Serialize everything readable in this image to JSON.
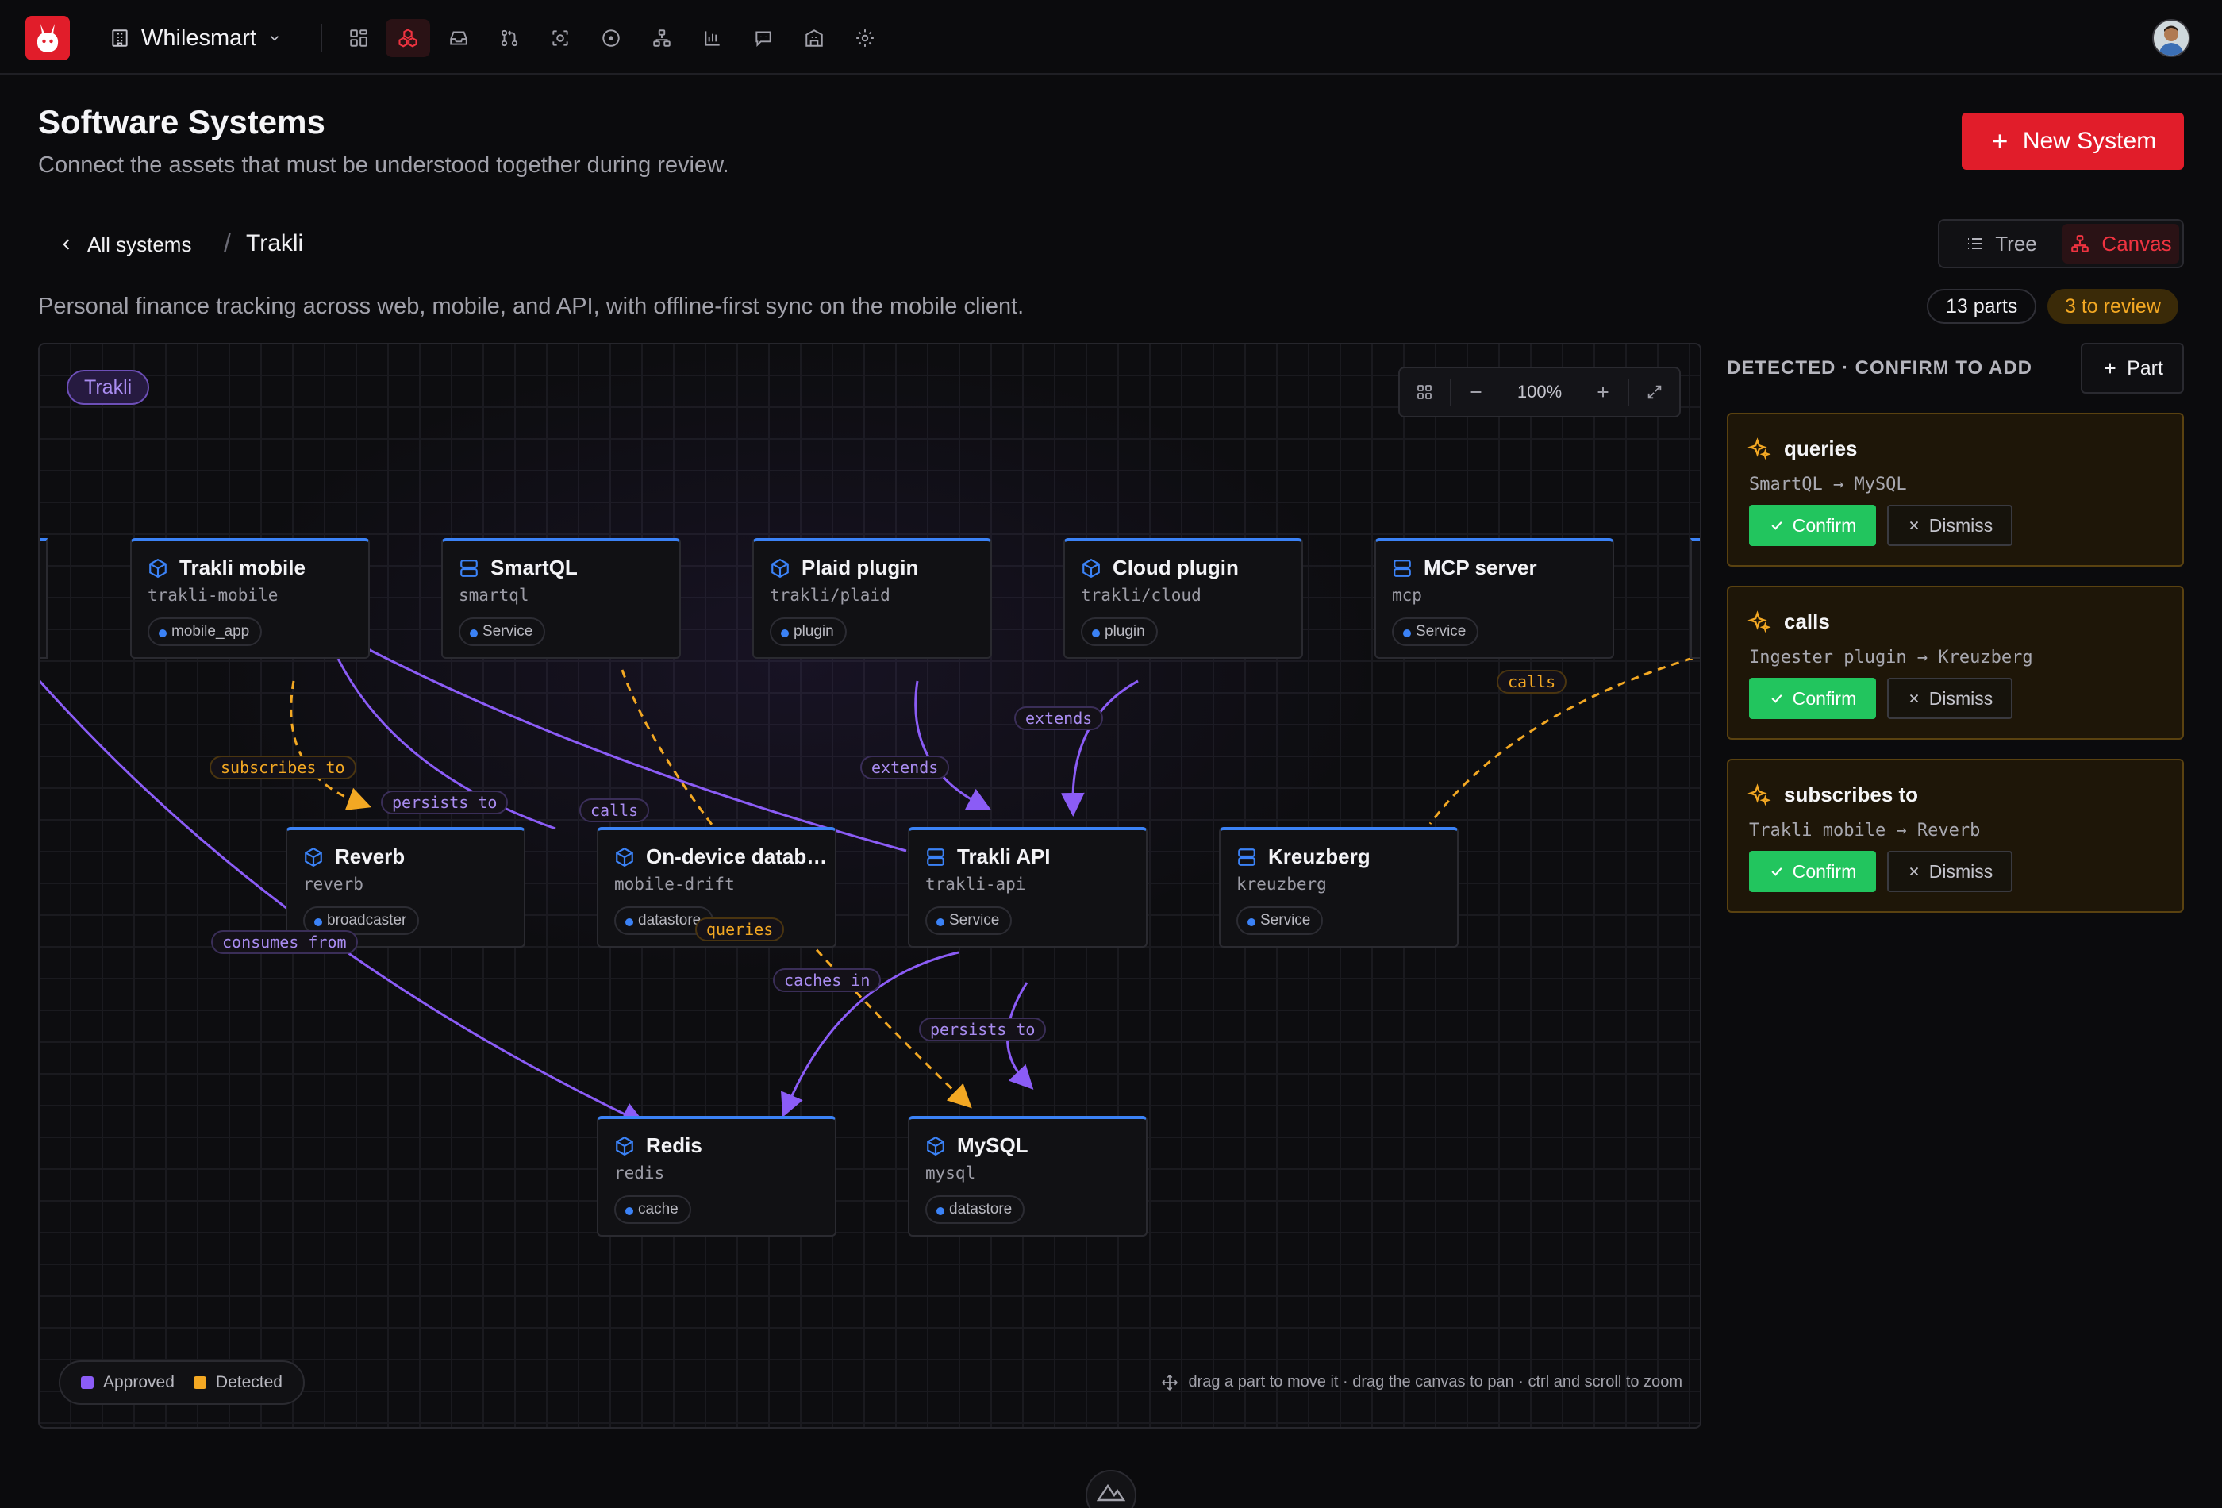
{
  "workspace": {
    "name": "Whilesmart"
  },
  "header": {
    "title": "Software Systems",
    "subtitle": "Connect the assets that must be understood together during review.",
    "new_button": "New System"
  },
  "breadcrumb": {
    "back_label": "All systems",
    "separator": "/",
    "current": "Trakli"
  },
  "view_toggle": {
    "tree": "Tree",
    "canvas": "Canvas",
    "selected": "Canvas"
  },
  "system": {
    "description": "Personal finance tracking across web, mobile, and API, with offline-first sync on the mobile client.",
    "parts_count": "13 parts",
    "review_count": "3 to review"
  },
  "canvas": {
    "group_label": "Trakli",
    "zoom": "100%",
    "nodes": [
      {
        "title": "Trakli mobile",
        "slug": "trakli-mobile",
        "type": "mobile_app",
        "icon": "cube-icon"
      },
      {
        "title": "SmartQL",
        "slug": "smartql",
        "type": "Service",
        "icon": "server-icon"
      },
      {
        "title": "Plaid plugin",
        "slug": "trakli/plaid",
        "type": "plugin",
        "icon": "cube-icon"
      },
      {
        "title": "Cloud plugin",
        "slug": "trakli/cloud",
        "type": "plugin",
        "icon": "cube-icon"
      },
      {
        "title": "MCP server",
        "slug": "mcp",
        "type": "Service",
        "icon": "server-icon"
      },
      {
        "title": "Reverb",
        "slug": "reverb",
        "type": "broadcaster",
        "icon": "cube-icon"
      },
      {
        "title": "On-device datab…",
        "slug": "mobile-drift",
        "type": "datastore",
        "icon": "cube-icon"
      },
      {
        "title": "Trakli API",
        "slug": "trakli-api",
        "type": "Service",
        "icon": "server-icon"
      },
      {
        "title": "Kreuzberg",
        "slug": "kreuzberg",
        "type": "Service",
        "icon": "server-icon"
      },
      {
        "title": "Redis",
        "slug": "redis",
        "type": "cache",
        "icon": "cube-icon"
      },
      {
        "title": "MySQL",
        "slug": "mysql",
        "type": "datastore",
        "icon": "cube-icon"
      }
    ],
    "edge_labels": {
      "subscribes_to": "subscribes to",
      "persists_to_reverb": "persists to",
      "calls_drift": "calls",
      "extends_plaid": "extends",
      "extends_cloud": "extends",
      "calls_kreuzberg": "calls",
      "consumes_from": "consumes from",
      "queries": "queries",
      "caches_in": "caches in",
      "persists_to_mysql": "persists to"
    },
    "legend": {
      "approved": "Approved",
      "detected": "Detected"
    },
    "hint": "drag a part to move it · drag the canvas to pan · ctrl and scroll to zoom"
  },
  "panel": {
    "heading": "DETECTED · CONFIRM TO ADD",
    "add_part": "Part",
    "confirm_label": "Confirm",
    "dismiss_label": "Dismiss",
    "detections": [
      {
        "relation": "queries",
        "path": "SmartQL → MySQL"
      },
      {
        "relation": "calls",
        "path": "Ingester plugin → Kreuzberg"
      },
      {
        "relation": "subscribes to",
        "path": "Trakli mobile → Reverb"
      }
    ]
  },
  "colors": {
    "brand": "#e11d2a",
    "approved_edge": "#8b5cf6",
    "detected_edge": "#f3a823",
    "confirm": "#22c55e",
    "node_accent": "#3b82f6"
  }
}
